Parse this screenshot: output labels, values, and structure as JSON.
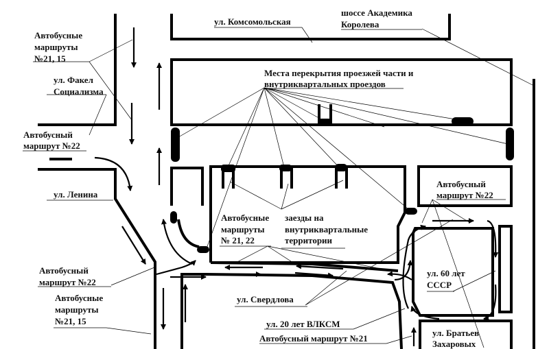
{
  "streets": {
    "komsomolskaya": "ул. Комсомольская",
    "korolev_1": "шоссе Академика",
    "korolev_2": "Королева",
    "fakel_1": "ул. Факел",
    "fakel_2": "Социализма",
    "lenina": "ул. Ленина",
    "sverdlova": "ул. Свердлова",
    "sssr_1": "ул. 60 лет",
    "sssr_2": "СССР",
    "vlksm": "ул. 20 лет ВЛКСМ",
    "zakharov_1": "ул. Братьев",
    "zakharov_2": "Захаровых"
  },
  "annotations": {
    "closures_1": "Места перекрытия проезжей части и",
    "closures_2": "внутриквартальных проездов",
    "entries_1": "заезды на",
    "entries_2": "внутриквартальные",
    "entries_3": "территории"
  },
  "routes": {
    "r21_15_top": [
      "Автобусные",
      "маршруты",
      "№21, 15"
    ],
    "r22_left": [
      "Автобусный",
      "маршрут №22"
    ],
    "r21_22": [
      "Автобусные",
      "маршруты",
      "№ 21, 22"
    ],
    "r22_right": [
      "Автобусный",
      "маршрут №22"
    ],
    "r22_bottom": [
      "Автобусный",
      "маршрут №22"
    ],
    "r21_15_bottom": [
      "Автобусные",
      "маршруты",
      "№21, 15"
    ],
    "r21": "Автобусный маршрут №21"
  }
}
